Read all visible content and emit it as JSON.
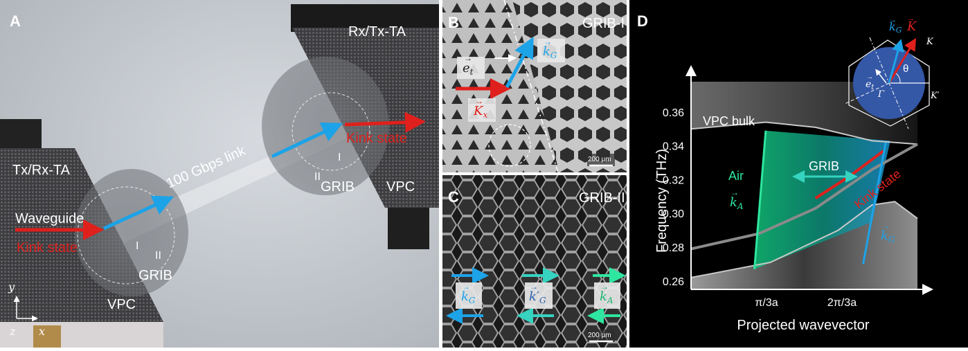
{
  "panel_a": {
    "letter": "A",
    "tx_label": "Tx/Rx-TA",
    "rx_label": "Rx/Tx-TA",
    "link_label": "100 Gbps link",
    "waveguide_label": "Waveguide",
    "kink_left": "Kink state",
    "kink_right": "Kink state",
    "region_i_left": "I",
    "region_ii_left": "II",
    "region_i_right": "I",
    "region_ii_right": "II",
    "grib_left": "GRIB",
    "grib_right": "GRIB",
    "vpc_left": "VPC",
    "vpc_right": "VPC",
    "axis_y": "y",
    "axis_z": "z",
    "axis_x": "x"
  },
  "panel_b": {
    "letter": "B",
    "title": "GRIB-I",
    "e_t": "e",
    "e_t_sub": "t",
    "k_g": "k",
    "k_g_sub": "G",
    "k_x": "K",
    "k_x_sub": "x",
    "scale": "200 μm"
  },
  "panel_c": {
    "letter": "C",
    "title": "GRIB-II",
    "k_g": "k",
    "k_g_sub": "G",
    "k_gp": "k′",
    "k_gp_sub": "G",
    "k_a": "k",
    "k_a_sub": "A",
    "scale": "200 μm"
  },
  "panel_d": {
    "letter": "D",
    "ylabel": "Frequency (THz)",
    "xlabel": "Projected wavevector",
    "vpc_bulk": "VPC bulk",
    "grib": "GRIB",
    "air": "Air",
    "k_a": "k",
    "k_a_sub": "A",
    "k_g": "k",
    "k_g_sub": "G",
    "kink": "Kink state",
    "inset_kg": "k",
    "inset_kg_sub": "G",
    "inset_K": "K",
    "inset_K_corner": "K",
    "inset_Kp": "K′",
    "inset_gamma": "Γ",
    "inset_theta": "θ",
    "inset_et": "e",
    "inset_et_sub": "t"
  },
  "colors": {
    "red": "#e0201c",
    "blue": "#1ca3e8",
    "green": "#2ee6a0",
    "inset_disc": "#3457a6"
  },
  "chart_data": {
    "type": "line",
    "xlabel": "Projected wavevector",
    "ylabel": "Frequency (THz)",
    "ylim": [
      0.255,
      0.378
    ],
    "yticks": [
      0.26,
      0.28,
      0.3,
      0.32,
      0.34,
      0.36
    ],
    "ytick_labels": [
      "0.26",
      "0.28",
      "0.30",
      "0.32",
      "0.34",
      "0.36"
    ],
    "xticks": [
      "π/3a",
      "2π/3a"
    ],
    "series": [
      {
        "name": "VPC bulk",
        "x": [
          0,
          0.33,
          0.55,
          0.8,
          1.0
        ],
        "y": [
          0.35,
          0.354,
          0.351,
          0.343,
          0.341
        ]
      },
      {
        "x": [
          0,
          0.3,
          0.55,
          0.8,
          1.0
        ],
        "y": [
          0.279,
          0.288,
          0.303,
          0.326,
          0.341
        ]
      },
      {
        "name": "Kink state",
        "x": [
          0.55,
          0.7,
          0.85
        ],
        "y": [
          0.309,
          0.322,
          0.337
        ]
      },
      {
        "x": [
          0,
          0.35,
          0.65,
          0.8,
          0.9,
          1.0
        ],
        "y": [
          0.262,
          0.271,
          0.29,
          0.305,
          0.307,
          0.297
        ]
      }
    ]
  }
}
